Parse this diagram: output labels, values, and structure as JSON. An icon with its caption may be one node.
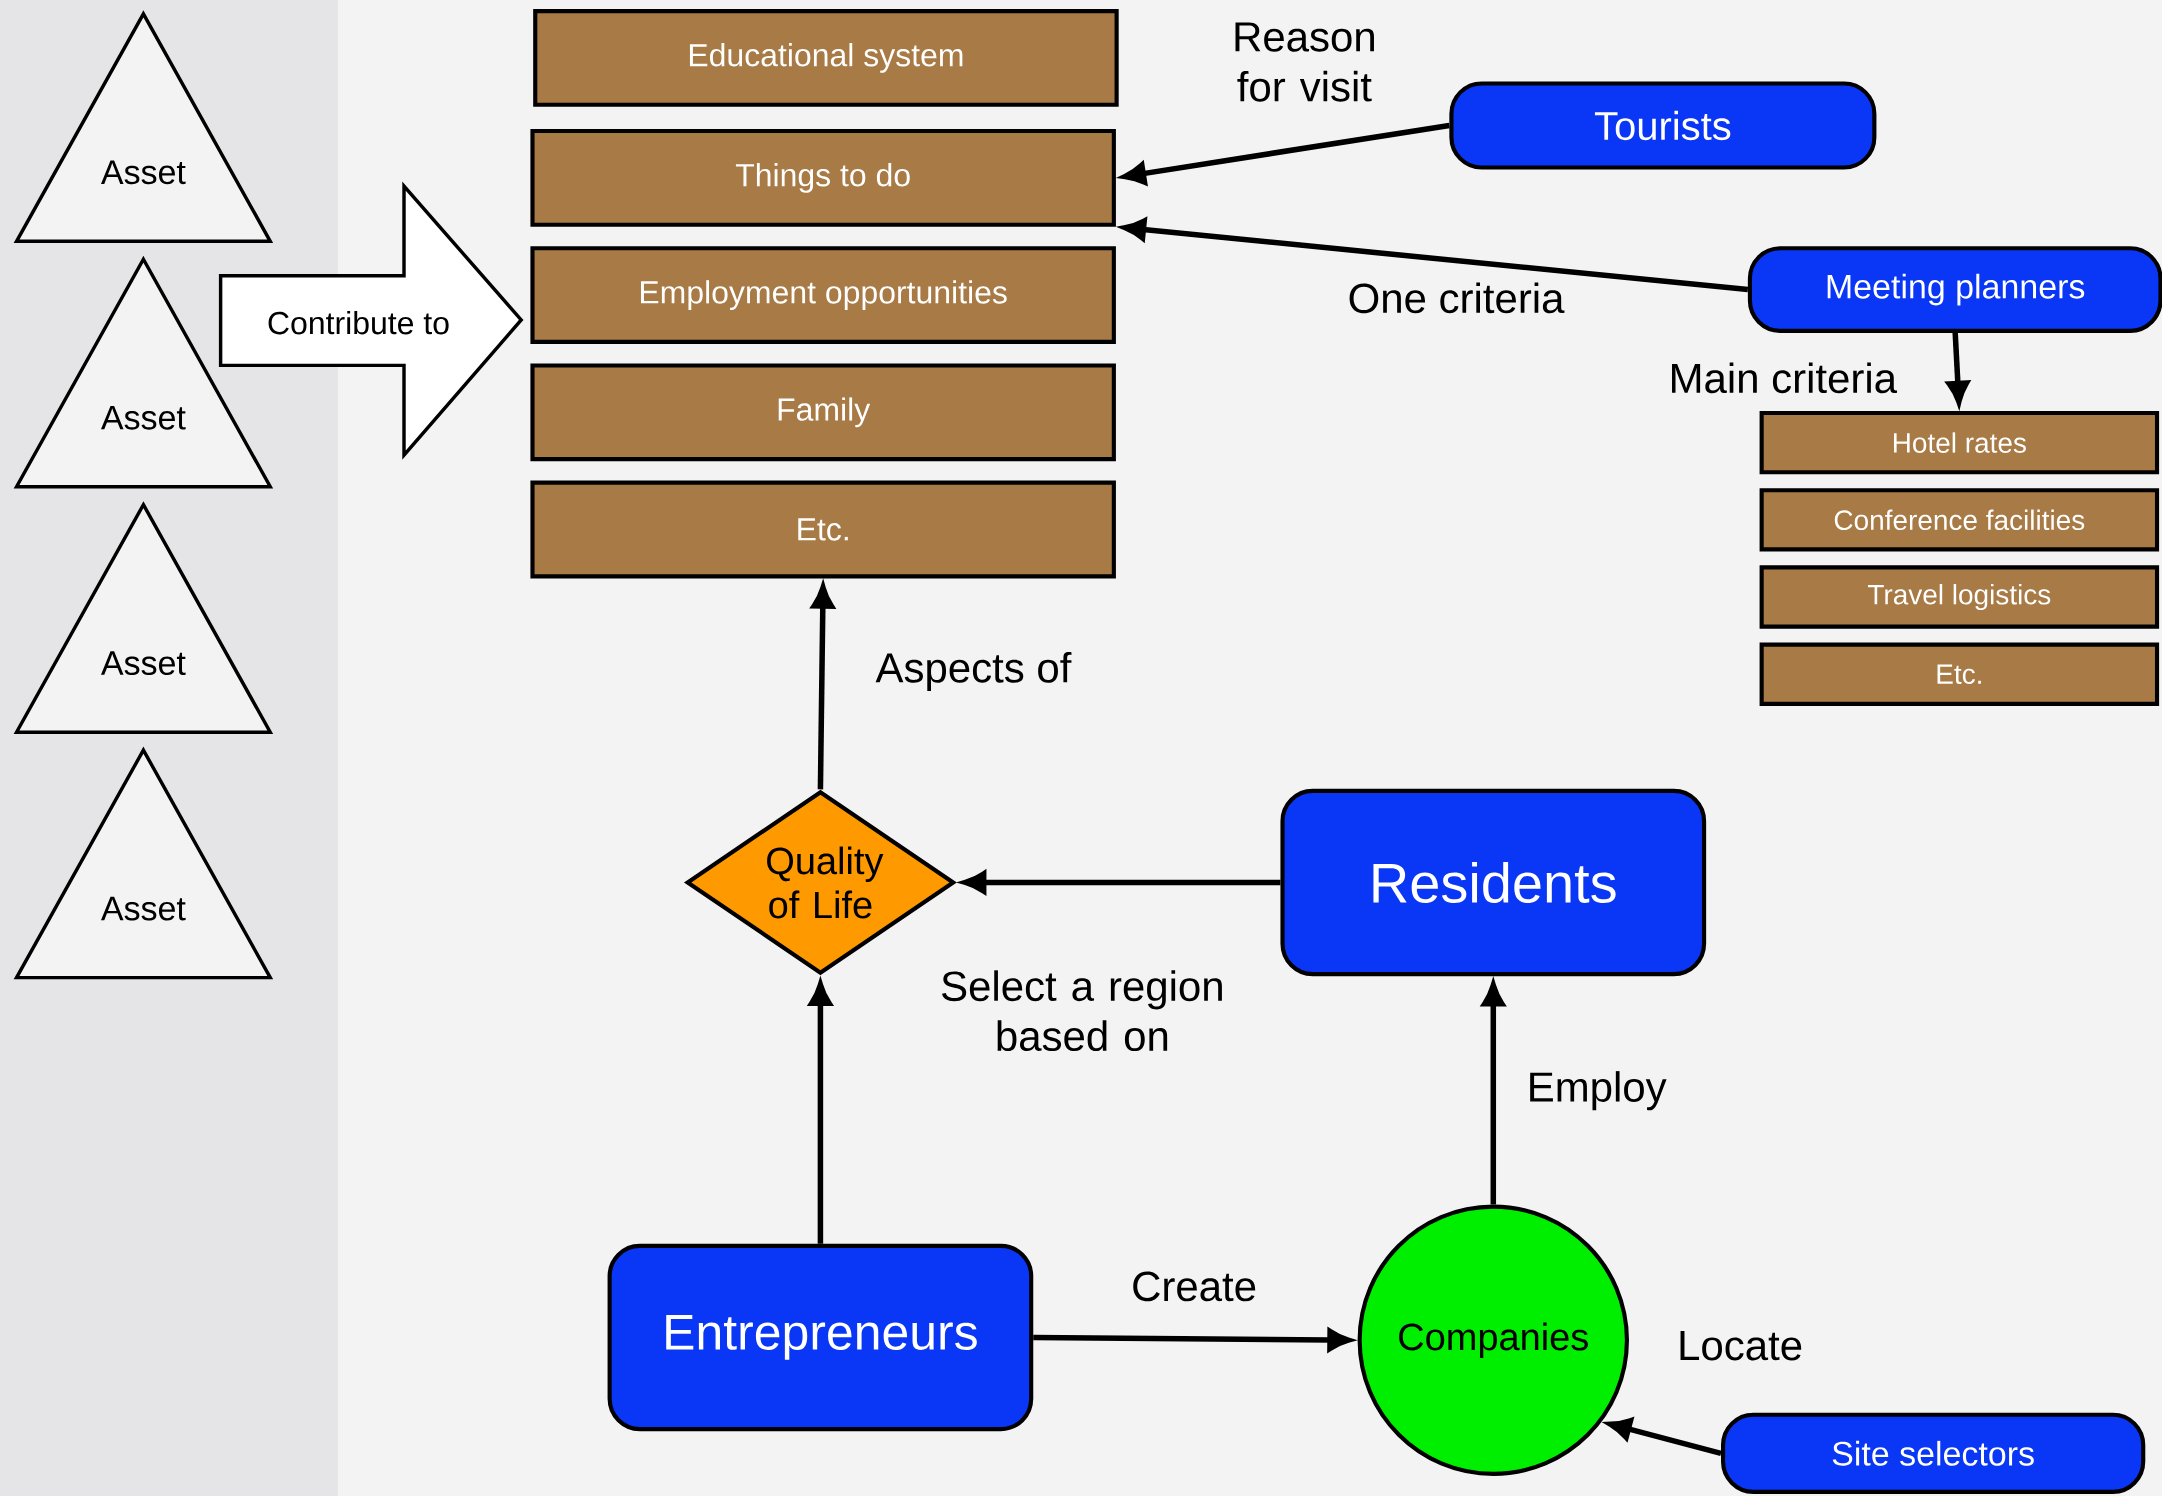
{
  "diagram": {
    "nodes": [
      {
        "text": [
          "Asset"
        ]
      },
      {
        "text": [
          "Asset"
        ]
      },
      {
        "text": [
          "Asset"
        ]
      },
      {
        "text": [
          "Asset"
        ]
      },
      {
        "text": [
          "Contribute to"
        ]
      },
      {
        "text": [
          "Educational system"
        ]
      },
      {
        "text": [
          "Things to do"
        ]
      },
      {
        "text": [
          "Employment opportunities"
        ]
      },
      {
        "text": [
          "Family"
        ]
      },
      {
        "text": [
          "Etc."
        ]
      },
      {
        "text": [
          "Tourists"
        ]
      },
      {
        "text": [
          "Meeting planners"
        ]
      },
      {
        "text": [
          "Hotel rates"
        ]
      },
      {
        "text": [
          "Conference facilities"
        ]
      },
      {
        "text": [
          "Travel logistics"
        ]
      },
      {
        "text": [
          "Etc."
        ]
      },
      {
        "text": [
          "Quality of Life"
        ]
      },
      {
        "text": [
          "Residents"
        ]
      },
      {
        "text": [
          "Entrepreneurs"
        ]
      },
      {
        "text": [
          "Companies"
        ]
      },
      {
        "text": [
          "Site selectors"
        ]
      }
    ],
    "edges": [
      {
        "from": 10,
        "to": 6,
        "arrow": "to",
        "label": "Reason for visit"
      },
      {
        "from": 11,
        "to": 6,
        "arrow": "to",
        "label": "One criteria"
      },
      {
        "from": 11,
        "to": 12,
        "arrow": "to",
        "label": "Main criteria"
      },
      {
        "from": 16,
        "to": 9,
        "arrow": "to",
        "label": "Aspects of"
      },
      {
        "from": 17,
        "to": 16,
        "arrow": "to",
        "label": "Select a region based on"
      },
      {
        "from": 18,
        "to": 16,
        "arrow": "to"
      },
      {
        "from": 18,
        "to": 19,
        "arrow": "to",
        "label": "Create"
      },
      {
        "from": 19,
        "to": 17,
        "arrow": "to",
        "label": "Employ"
      },
      {
        "from": 20,
        "to": 19,
        "arrow": "to",
        "label": "Locate"
      }
    ]
  }
}
